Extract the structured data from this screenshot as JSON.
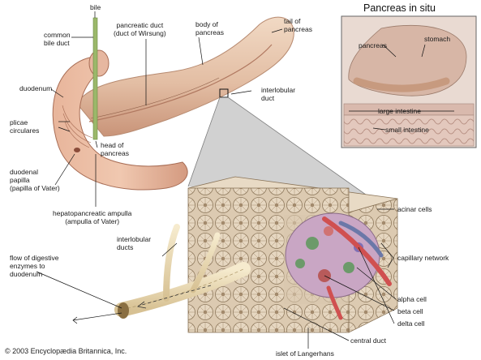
{
  "inset": {
    "title": "Pancreas in situ",
    "labels": {
      "pancreas": "pancreas",
      "stomach": "stomach",
      "large_intestine": "large intestine",
      "small_intestine": "small intestine"
    }
  },
  "labels": {
    "bile": "bile",
    "common_bile_duct": "common\nbile duct",
    "pancreatic_duct": "pancreatic duct\n(duct of Wirsung)",
    "body_of_pancreas": "body of\npancreas",
    "tail_of_pancreas": "tail of\npancreas",
    "duodenum": "duodenum",
    "plicae_circulares": "plicae\ncirculares",
    "interlobular_duct": "interlobular\nduct",
    "head_of_pancreas": "head of\npancreas",
    "duodenal_papilla": "duodenal\npapilla\n(papilla of Vater)",
    "hepatopancreatic_ampulla": "hepatopancreatic ampulla\n(ampulla of Vater)",
    "acinar_cells": "acinar cells",
    "capillary_network": "capillary network",
    "interlobular_ducts": "interlobular\nducts",
    "flow_of_enzymes": "flow of digestive\nenzymes to\nduodenum",
    "alpha_cell": "alpha cell",
    "beta_cell": "beta cell",
    "delta_cell": "delta cell",
    "central_duct": "central duct",
    "islet_of_langerhans": "islet of Langerhans"
  },
  "copyright": "© 2003 Encyclopædia Britannica, Inc."
}
